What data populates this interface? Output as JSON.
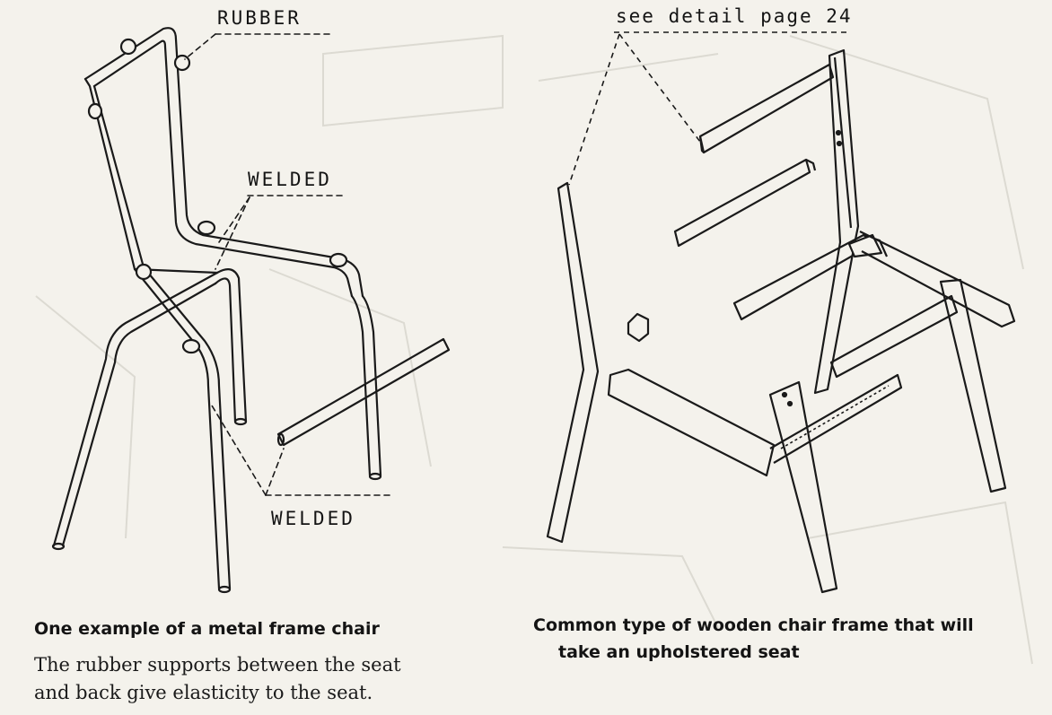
{
  "metal_chair": {
    "label_rubber": "RUBBER",
    "label_welded_top": "WELDED",
    "label_welded_bottom": "WELDED",
    "caption_title": "One example of a metal frame chair",
    "caption_line1": "The rubber supports between the seat",
    "caption_line2": "and back give elasticity to the seat."
  },
  "wooden_chair": {
    "label_detail": "see detail page 24",
    "caption_line1": "Common type of wooden chair frame that will",
    "caption_line2": "take an upholstered seat"
  },
  "colors": {
    "ink": "#1a1a1a",
    "paper": "#f4f2ec",
    "ghost": "#d9d7d0"
  }
}
